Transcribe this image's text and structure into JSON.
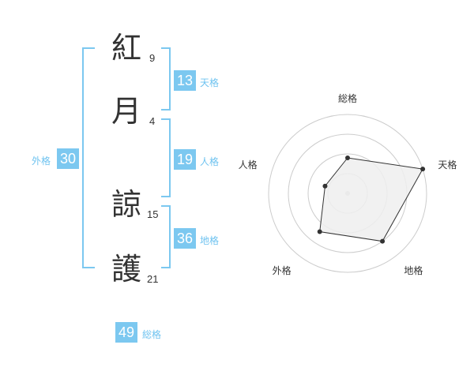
{
  "name_chars": [
    {
      "char": "紅",
      "strokes": "9"
    },
    {
      "char": "月",
      "strokes": "4"
    },
    {
      "char": "諒",
      "strokes": "15"
    },
    {
      "char": "護",
      "strokes": "21"
    }
  ],
  "fortunes": {
    "tenkaku": {
      "label": "天格",
      "value": "13"
    },
    "jinkaku": {
      "label": "人格",
      "value": "19"
    },
    "chikaku": {
      "label": "地格",
      "value": "36"
    },
    "gaikaku": {
      "label": "外格",
      "value": "30"
    },
    "soukaku": {
      "label": "総格",
      "value": "49"
    }
  },
  "colors": {
    "accent": "#7cc8f0",
    "text": "#333333",
    "grid": "#cccccc"
  },
  "chart_data": {
    "type": "radar",
    "axes": [
      "総格",
      "天格",
      "地格",
      "外格",
      "人格"
    ],
    "values": [
      0.45,
      1.0,
      0.75,
      0.6,
      0.3
    ],
    "rings": 4,
    "grid": true
  }
}
